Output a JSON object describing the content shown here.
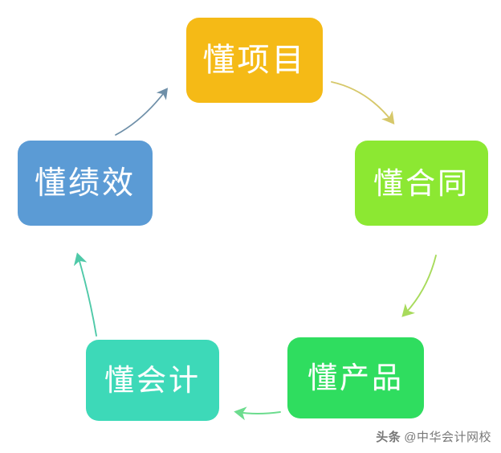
{
  "diagram": {
    "type": "cycle",
    "title": "",
    "nodes": [
      {
        "id": "project",
        "label": "懂项目",
        "color": "#F5BA16",
        "text_color": "#FFFFFF",
        "position": "top"
      },
      {
        "id": "contract",
        "label": "懂合同",
        "color": "#8CE832",
        "text_color": "#FFFFFF",
        "position": "right"
      },
      {
        "id": "product",
        "label": "懂产品",
        "color": "#2FDD5F",
        "text_color": "#FFFFFF",
        "position": "bottom-right"
      },
      {
        "id": "accounting",
        "label": "懂会计",
        "color": "#3DD9B8",
        "text_color": "#FFFFFF",
        "position": "bottom-left"
      },
      {
        "id": "performance",
        "label": "懂绩效",
        "color": "#5B9BD5",
        "text_color": "#FFFFFF",
        "position": "left"
      }
    ],
    "connectors": [
      {
        "id": "project-to-contract",
        "from": "project",
        "to": "contract",
        "color": "#D6C86A",
        "direction": "down-right"
      },
      {
        "id": "contract-to-product",
        "from": "contract",
        "to": "product",
        "color": "#A8DB5C",
        "direction": "down"
      },
      {
        "id": "product-to-accounting",
        "from": "product",
        "to": "accounting",
        "color": "#6CDC8E",
        "direction": "left"
      },
      {
        "id": "accounting-to-performance",
        "from": "accounting",
        "to": "performance",
        "color": "#4FC9A8",
        "direction": "up"
      },
      {
        "id": "performance-to-project",
        "from": "performance",
        "to": "project",
        "color": "#6E8FA8",
        "direction": "up-right"
      }
    ]
  },
  "watermark": {
    "source": "头条",
    "account": "@中华会计网校"
  }
}
